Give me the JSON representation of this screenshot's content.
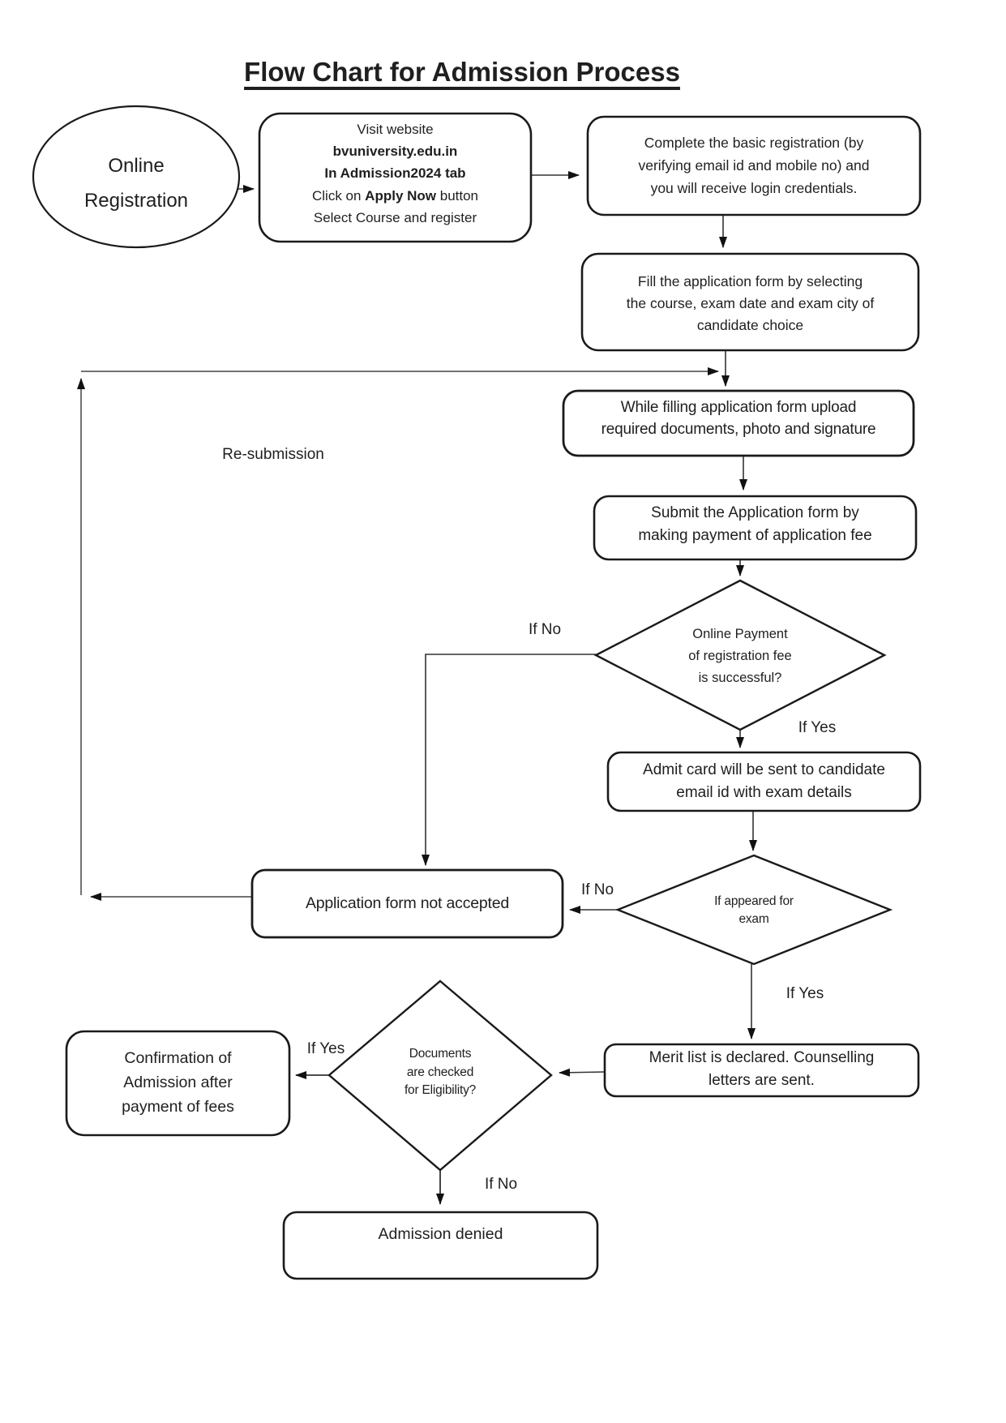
{
  "title": "Flow Chart for Admission Process",
  "colors": {
    "stroke": "#1a1a1a",
    "text": "#1f1f1f",
    "background": "#ffffff"
  },
  "nodes": {
    "start": {
      "line1": "Online",
      "line2": "Registration"
    },
    "visit": {
      "line1": "Visit website",
      "line2": "bvuniversity.edu.in",
      "line3": "In Admission2024 tab",
      "line4_pre": "Click on ",
      "line4_bold": "Apply Now",
      "line4_post": " button",
      "line5": "Select Course and register"
    },
    "basic_registration": {
      "line1": "Complete the basic registration (by",
      "line2": "verifying email id and mobile no) and",
      "line3": "you will receive login credentials."
    },
    "fill_form": {
      "line1": "Fill the application form by selecting",
      "line2": "the course, exam date and exam city of",
      "line3": "candidate choice"
    },
    "upload_docs": {
      "line1": "While filling application form upload",
      "line2": "required documents, photo and signature"
    },
    "submit_form": {
      "line1": "Submit the Application form by",
      "line2": "making payment of application fee"
    },
    "payment_decision": {
      "line1": "Online Payment",
      "line2": "of registration fee",
      "line3": "is successful?"
    },
    "admit_card": {
      "line1": "Admit card will be sent to candidate",
      "line2": "email id with exam details"
    },
    "exam_decision": {
      "line1": "If appeared for",
      "line2": "exam"
    },
    "form_not_accepted": {
      "line1": "Application form not accepted"
    },
    "merit_list": {
      "line1": "Merit list is declared. Counselling",
      "line2": "letters are sent."
    },
    "documents_decision": {
      "line1": "Documents",
      "line2": "are checked",
      "line3": "for Eligibility?"
    },
    "confirmation": {
      "line1": "Confirmation of",
      "line2": "Admission after",
      "line3": "payment of fees"
    },
    "admission_denied": {
      "line1": "Admission denied"
    }
  },
  "edge_labels": {
    "resubmission": "Re-submission",
    "payment_no": "If No",
    "payment_yes": "If Yes",
    "exam_no": "If No",
    "exam_yes": "If Yes",
    "docs_yes": "If Yes",
    "docs_no": "If No"
  }
}
